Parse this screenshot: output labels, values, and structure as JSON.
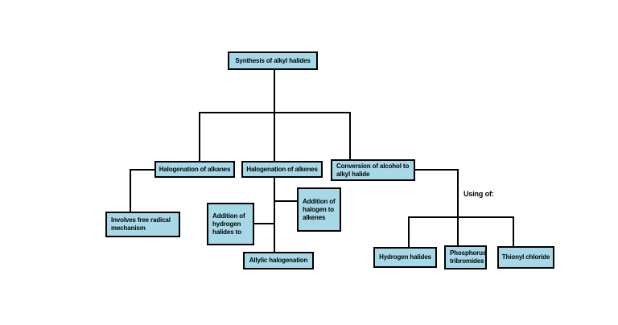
{
  "diagram": {
    "type": "flowchart",
    "title": "Synthesis of alkyl halides",
    "colors": {
      "background": "#ffffff",
      "node_fill": "#a7d8e8",
      "node_border": "#000000",
      "line": "#000000",
      "text": "#000000"
    },
    "nodes": {
      "root": {
        "label": "Synthesis of alkyl halides"
      },
      "halogenation_alkanes": {
        "label": "Halogenation of alkanes"
      },
      "halogenation_alkenes": {
        "label": "Halogenation of alkenes"
      },
      "conversion_alcohol": {
        "label": "Conversion of alcohol to\nalkyl halide"
      },
      "free_radical": {
        "label": "Involves free radical\nmechanism"
      },
      "addition_hydrogen_halides": {
        "label": "Addition of\nhydrogen\nhalides to"
      },
      "addition_halogen": {
        "label": "Addition of\nhalogen to\nalkenes"
      },
      "allylic_halogenation": {
        "label": "Allylic halogenation"
      },
      "using_of": {
        "label": "Using of:"
      },
      "hydrogen_halides": {
        "label": "Hydrogen halides"
      },
      "phosphorus_tribromides": {
        "label": "Phosphorus\ntribromides"
      },
      "thionyl_chloride": {
        "label": "Thionyl chloride"
      }
    },
    "edges": [
      {
        "from": "root",
        "to": "halogenation_alkanes"
      },
      {
        "from": "root",
        "to": "halogenation_alkenes"
      },
      {
        "from": "root",
        "to": "conversion_alcohol"
      },
      {
        "from": "halogenation_alkanes",
        "to": "free_radical"
      },
      {
        "from": "halogenation_alkenes",
        "to": "addition_halogen"
      },
      {
        "from": "halogenation_alkenes",
        "to": "addition_hydrogen_halides"
      },
      {
        "from": "halogenation_alkenes",
        "to": "allylic_halogenation"
      },
      {
        "from": "conversion_alcohol",
        "to": "hydrogen_halides",
        "via": "using_of"
      },
      {
        "from": "conversion_alcohol",
        "to": "phosphorus_tribromides",
        "via": "using_of"
      },
      {
        "from": "conversion_alcohol",
        "to": "thionyl_chloride",
        "via": "using_of"
      }
    ]
  }
}
